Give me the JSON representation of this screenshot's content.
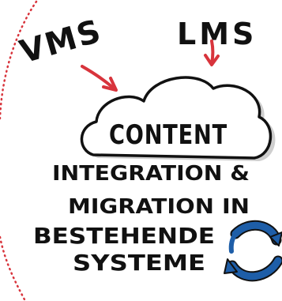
{
  "labels": {
    "vms": "VMS",
    "lms": "LMS",
    "content": "CONTENT"
  },
  "caption": {
    "line1": "INTEGRATION &",
    "line2": "MIGRATION IN",
    "line3": "BESTEHENDE",
    "line4": "SYSTEME"
  },
  "colors": {
    "ink": "#111111",
    "arrow_red": "#d8343c",
    "dots_red": "#d8343c",
    "sync_blue": "#1e5ea8",
    "cloud_shadow": "#cfcfcf"
  },
  "icons": {
    "sync": "sync-arrows-icon"
  }
}
